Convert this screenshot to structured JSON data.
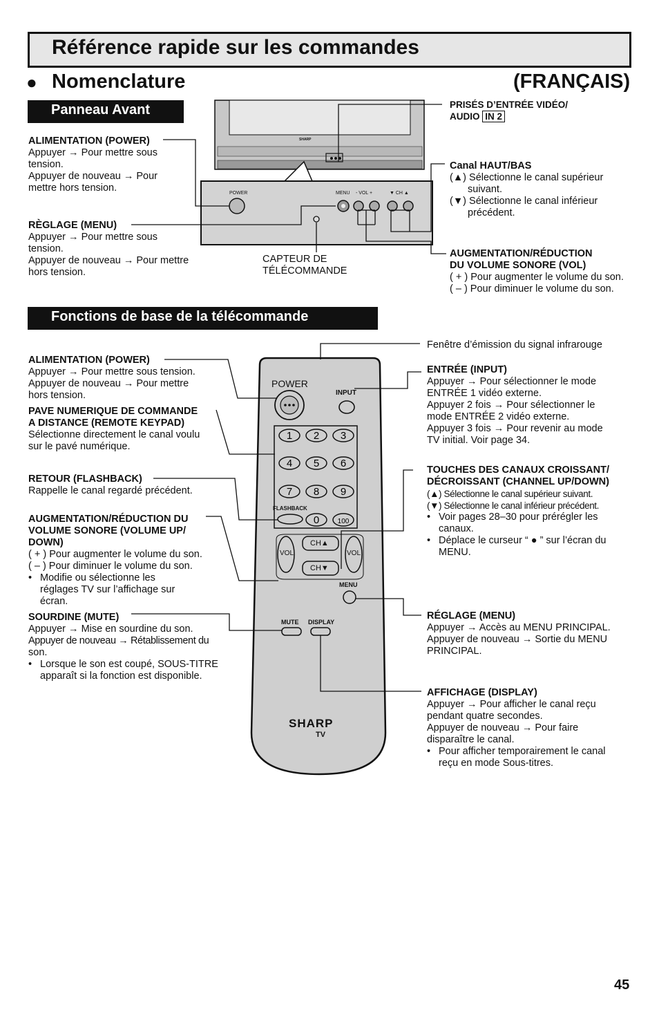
{
  "header": {
    "title": "Référence rapide sur les commandes"
  },
  "nomenclature": {
    "bullet": "●",
    "title": "Nomenclature",
    "language": "(FRANÇAIS)"
  },
  "front_panel": {
    "section_title": "Panneau Avant",
    "power": {
      "title": "ALIMENTATION (POWER)",
      "lines": [
        "Appuyer → Pour mettre sous",
        "tension.",
        "Appuyer de nouveau → Pour",
        "mettre hors tension."
      ]
    },
    "menu": {
      "title": "RÈGLAGE  (MENU)",
      "lines": [
        "Appuyer → Pour mettre sous",
        "tension.",
        "Appuyer de nouveau → Pour mettre",
        "hors tension."
      ]
    },
    "sensor": {
      "lines": [
        "CAPTEUR DE",
        "TÉLÉCOMMANDE"
      ]
    },
    "inputs": {
      "line1": "PRISÉS D’ENTRÉE VIDÉO/",
      "line2": "AUDIO",
      "box": "IN 2"
    },
    "channel": {
      "title": "Canal HAUT/BAS",
      "lines": [
        "(▲) Sélectionne le canal supérieur",
        "suivant.",
        "(▼) Sélectionne le canal inférieur",
        "précédent."
      ]
    },
    "volume": {
      "title1": "AUGMENTATION/RÉDUCTION",
      "title2": "DU VOLUME SONORE (VOL)",
      "lines": [
        "( + ) Pour augmenter le volume du son.",
        "( – ) Pour diminuer le volume du son."
      ]
    },
    "tv_labels": {
      "brand": "SHARP",
      "power": "POWER",
      "menu": "MENU",
      "vol": "- VOL +",
      "ch": "▼ CH ▲"
    }
  },
  "remote": {
    "section_title": "Fonctions de base de la télécommande",
    "power": {
      "title": "ALIMENTATION (POWER)",
      "lines": [
        "Appuyer → Pour mettre sous tension.",
        "Appuyer de nouveau → Pour mettre",
        "hors tension."
      ]
    },
    "keypad": {
      "title1": "PAVE NUMERIQUE DE COMMANDE",
      "title2": "A  DISTANCE (REMOTE KEYPAD)",
      "lines": [
        "Sélectionne directement le canal voulu",
        "sur le pavé numérique."
      ]
    },
    "flashback": {
      "title": "RETOUR (FLASHBACK)",
      "lines": [
        "Rappelle le canal regardé précédent."
      ]
    },
    "volume": {
      "title1": "AUGMENTATION/RÉDUCTION DU",
      "title2": "VOLUME SONORE (VOLUME UP/",
      "title3": "DOWN)",
      "lines": [
        "( + ) Pour augmenter le volume du son.",
        "( – ) Pour diminuer le volume du son."
      ],
      "bullets": [
        "Modifie ou sélectionne les",
        "réglages TV sur l’affichage sur",
        "écran."
      ]
    },
    "mute": {
      "title": "SOURDINE (MUTE)",
      "lines": [
        "Appuyer → Mise en sourdine du son.",
        "Appuyer de nouveau → Rétablissement du",
        "son."
      ],
      "bullets": [
        "Lorsque le son est coupé, SOUS-TITRE",
        "apparaît si la fonction est disponible."
      ]
    },
    "ir_window": "Fenêtre d’émission du signal infrarouge",
    "input": {
      "title": "ENTRÉE (INPUT)",
      "lines": [
        "Appuyer → Pour sélectionner le mode",
        "ENTRÉE 1 vidéo externe.",
        "Appuyer 2 fois → Pour sélectionner le",
        "mode ENTRÉE 2 vidéo externe.",
        "Appuyer 3 fois → Pour revenir au mode",
        "TV initial. Voir page 34."
      ]
    },
    "channel": {
      "title1": "TOUCHES DES CANAUX CROISSANT/",
      "title2": "DÉCROISSANT (CHANNEL UP/DOWN)",
      "lines": [
        "(▲) Sélectionne le canal supérieur suivant.",
        "(▼) Sélectionne le canal inférieur précédent."
      ],
      "bullet1a": "Voir pages 28–30 pour prérégler les",
      "bullet1b": "canaux.",
      "bullet2a": "Déplace le curseur “ ● ” sur l’écran du",
      "bullet2b": "MENU."
    },
    "menu": {
      "title": "RÉGLAGE (MENU)",
      "lines": [
        "Appuyer → Accès au MENU PRINCIPAL.",
        "Appuyer de nouveau → Sortie du MENU",
        "PRINCIPAL."
      ]
    },
    "display": {
      "title": "AFFICHAGE (DISPLAY)",
      "lines": [
        "Appuyer → Pour afficher le canal reçu",
        "pendant quatre secondes.",
        "Appuyer de nouveau → Pour faire",
        "disparaître le canal."
      ],
      "bullets": [
        "Pour afficher temporairement le canal",
        "reçu en mode Sous-titres."
      ]
    },
    "labels": {
      "power": "POWER",
      "input": "INPUT",
      "flashback": "FLASHBACK",
      "ch_up": "CH▲",
      "ch_down": "CH▼",
      "vol": "VOL",
      "menu": "MENU",
      "mute": "MUTE",
      "display": "DISPLAY",
      "brand": "SHARP",
      "brand_sub": "TV",
      "keys": [
        "1",
        "2",
        "3",
        "4",
        "5",
        "6",
        "7",
        "8",
        "9",
        "0",
        "100"
      ]
    }
  },
  "page_number": "45"
}
